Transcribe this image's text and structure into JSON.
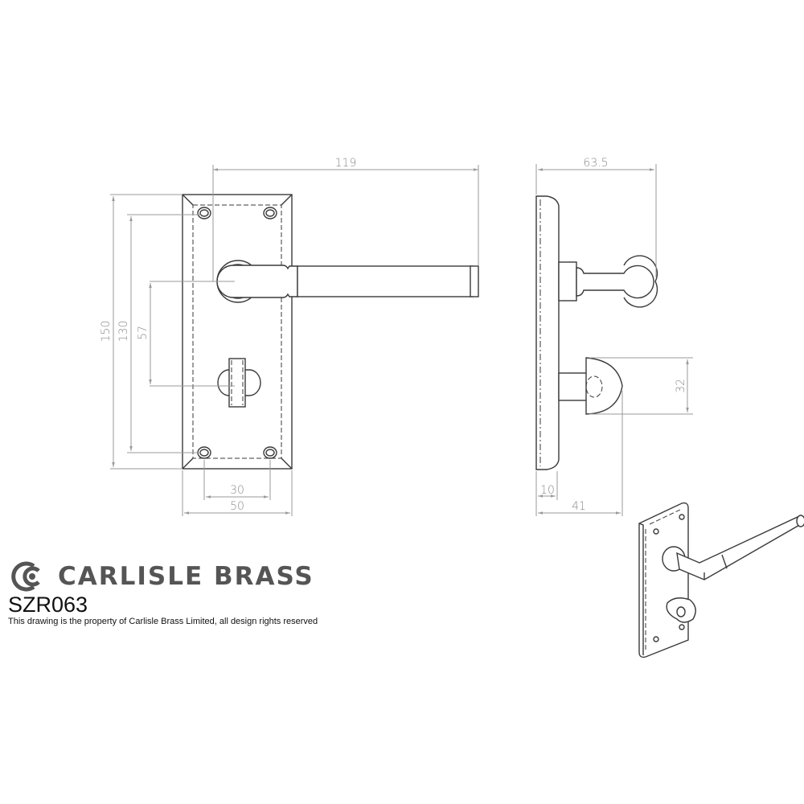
{
  "drawing": {
    "brand": "CARLISLE BRASS",
    "product_code": "SZR063",
    "rights_notice": "This drawing is the property of Carlisle Brass Limited, all design rights reserved"
  },
  "views": {
    "front": {
      "dimensions": {
        "overall_width_to_lever": "119",
        "plate_height": "150",
        "fixing_centres_vertical": "130",
        "lever_to_turn_centres": "57",
        "fixing_centres_horizontal": "30",
        "plate_width": "50"
      }
    },
    "side": {
      "dimensions": {
        "lever_projection": "63.5",
        "turn_height": "32",
        "plate_thickness": "10",
        "turn_projection": "41"
      }
    },
    "isometric": {
      "label": "isometric-view"
    }
  },
  "colors": {
    "line": "#3a3a3a",
    "dimension": "#9a9a9a",
    "brand": "#555555"
  }
}
